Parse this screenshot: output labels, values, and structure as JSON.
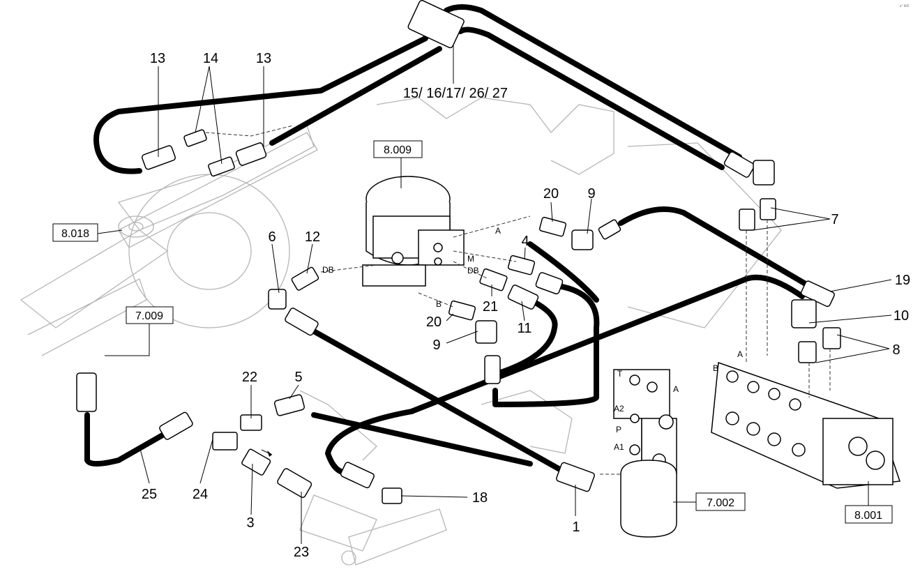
{
  "watermark": "a° 005",
  "callouts": {
    "c1": "1",
    "c3": "3",
    "c4": "4",
    "c5": "5",
    "c6": "6",
    "c7": "7",
    "c8": "8",
    "c9a": "9",
    "c9b": "9",
    "c10": "10",
    "c11": "11",
    "c12": "12",
    "c13a": "13",
    "c13b": "13",
    "c14": "14",
    "c1516": "15/ 16/17/ 26/ 27",
    "c18": "18",
    "c19": "19",
    "c20a": "20",
    "c20b": "20",
    "c21": "21",
    "c22": "22",
    "c23": "23",
    "c24": "24",
    "c25": "25"
  },
  "refs": {
    "r8009": "8.009",
    "r8018": "8.018",
    "r7009": "7.009",
    "r7002": "7.002",
    "r8001": "8.001"
  },
  "ports": {
    "pA1": "A",
    "pM": "M",
    "pDB1": "DB",
    "pDB2": "DB",
    "pB1": "B",
    "vT": "T",
    "vA": "A",
    "vA2": "A2",
    "vP": "P",
    "vA1": "A1",
    "dA": "A",
    "dB": "B"
  }
}
